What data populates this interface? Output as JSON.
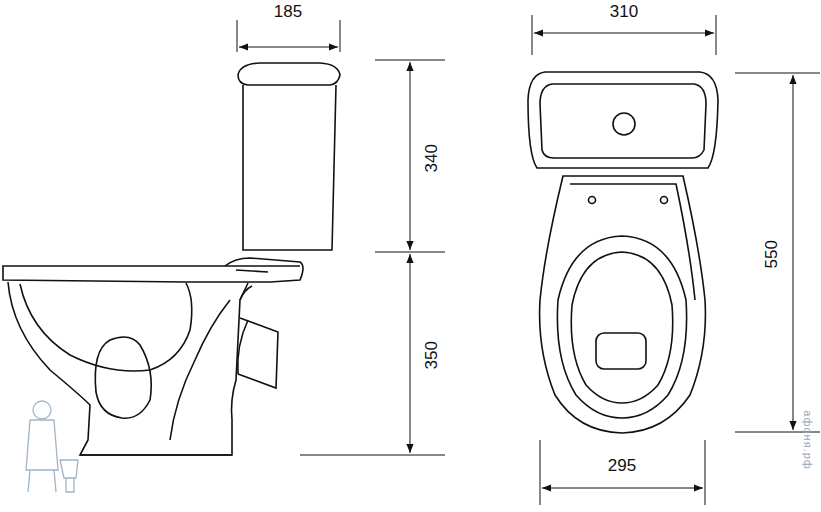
{
  "diagram": {
    "labels": [
      "185",
      "340",
      "350",
      "310",
      "550",
      "295",
      "афоня.рф"
    ]
  }
}
